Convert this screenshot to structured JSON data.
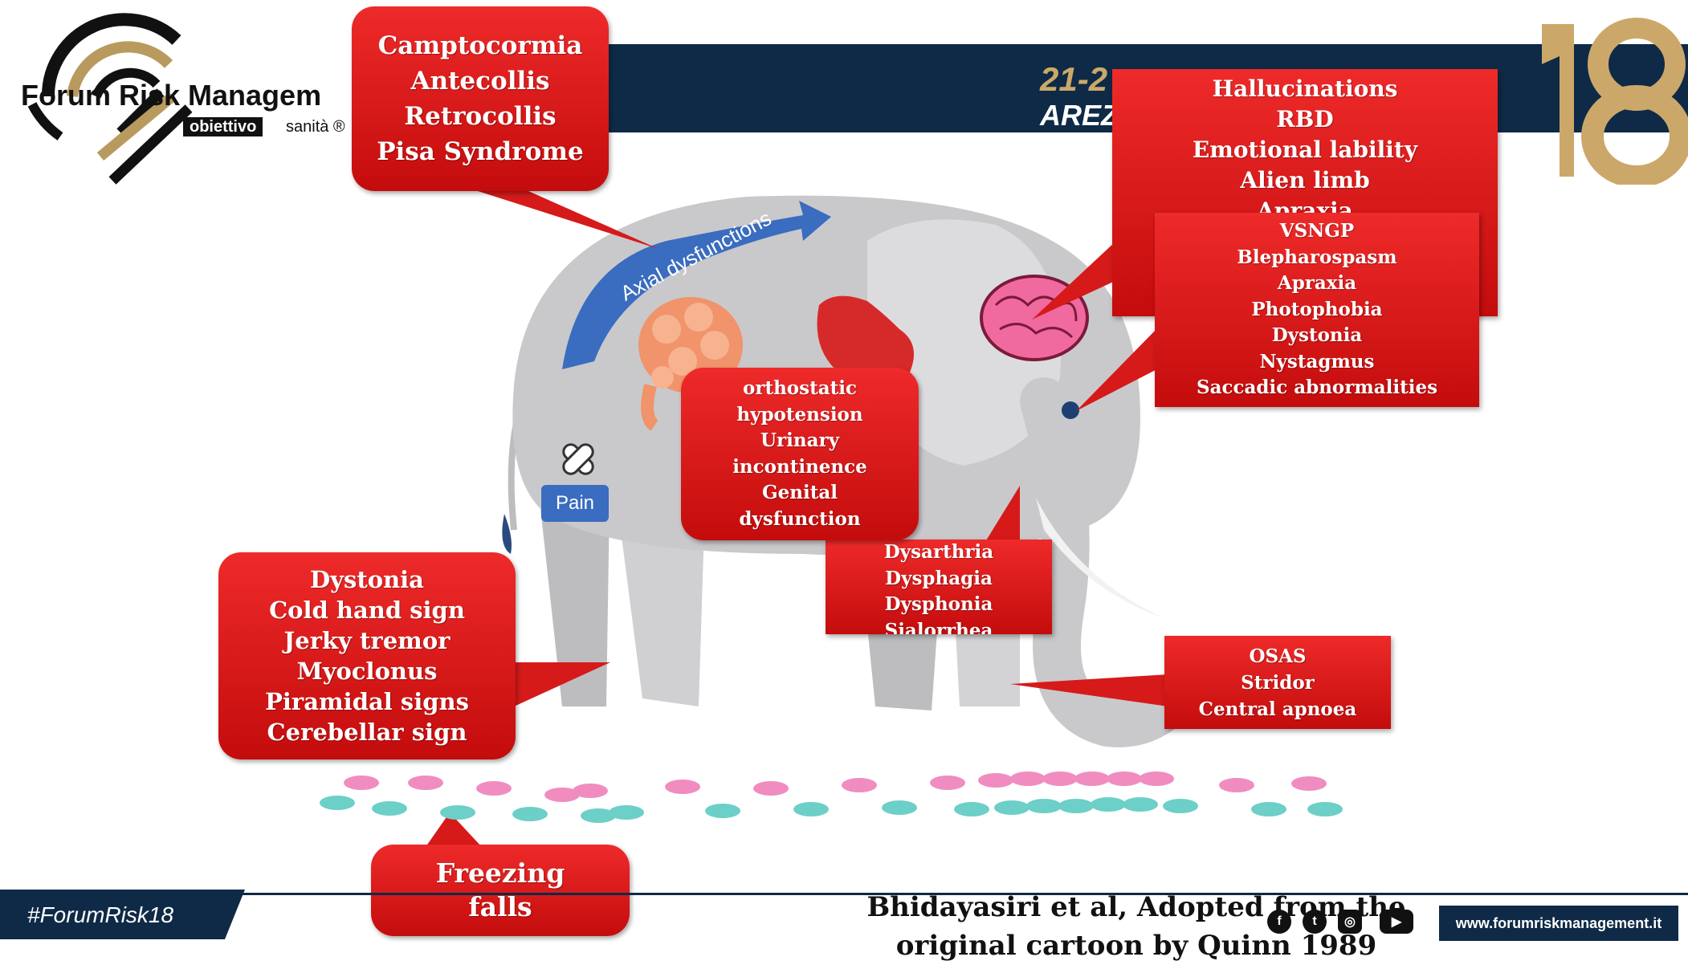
{
  "header": {
    "logo_title": "Forum Risk Managem",
    "logo_sub_1": "obiettivo",
    "logo_sub_2": "sanità ®",
    "date_partial": "21-2",
    "city_partial": "AREZ",
    "edition": "18"
  },
  "illustration": {
    "axial_arrow_label": "Axial dysfunctions",
    "pain_label": "Pain"
  },
  "callouts": {
    "axial": [
      "Camptocormia",
      "Antecollis",
      "Retrocollis",
      "Pisa Syndrome"
    ],
    "cognitive": [
      "Hallucinations",
      "RBD",
      "Emotional lability",
      "Alien limb",
      "Apraxia"
    ],
    "eye": [
      "VSNGP",
      "Blepharospasm",
      "Apraxia",
      "Photophobia",
      "Dystonia",
      "Nystagmus",
      "Saccadic abnormalities"
    ],
    "autonomic": [
      "orthostatic",
      "hypotension",
      "Urinary",
      "incontinence",
      "Genital",
      "dysfunction"
    ],
    "speech": [
      "Dysarthria",
      "Dysphagia",
      "Dysphonia",
      "Sialorrhea"
    ],
    "limb": [
      "Dystonia",
      "Cold hand sign",
      "Jerky tremor",
      "Myoclonus",
      "Piramidal signs",
      "Cerebellar sign"
    ],
    "respiratory": [
      "OSAS",
      "Stridor",
      "Central apnoea"
    ],
    "gait": [
      "Freezing",
      "falls"
    ]
  },
  "footer": {
    "hashtag": "#ForumRisk18",
    "citation_line1": "Bhidayasiri et al, Adopted from the",
    "citation_line2": "original cartoon by Quinn 1989",
    "website": "www.forumriskmanagement.it",
    "social_icons": [
      "facebook-icon",
      "twitter-icon",
      "instagram-icon",
      "youtube-icon"
    ]
  },
  "colors": {
    "navy": "#0e2a46",
    "gold": "#cba86a",
    "callout_red": "#e01b1b",
    "elephant_grey": "#c9c9cb",
    "arrow_blue": "#3a6cc0",
    "footprint_pink": "#f08cc0",
    "footprint_teal": "#6ccfc8"
  }
}
